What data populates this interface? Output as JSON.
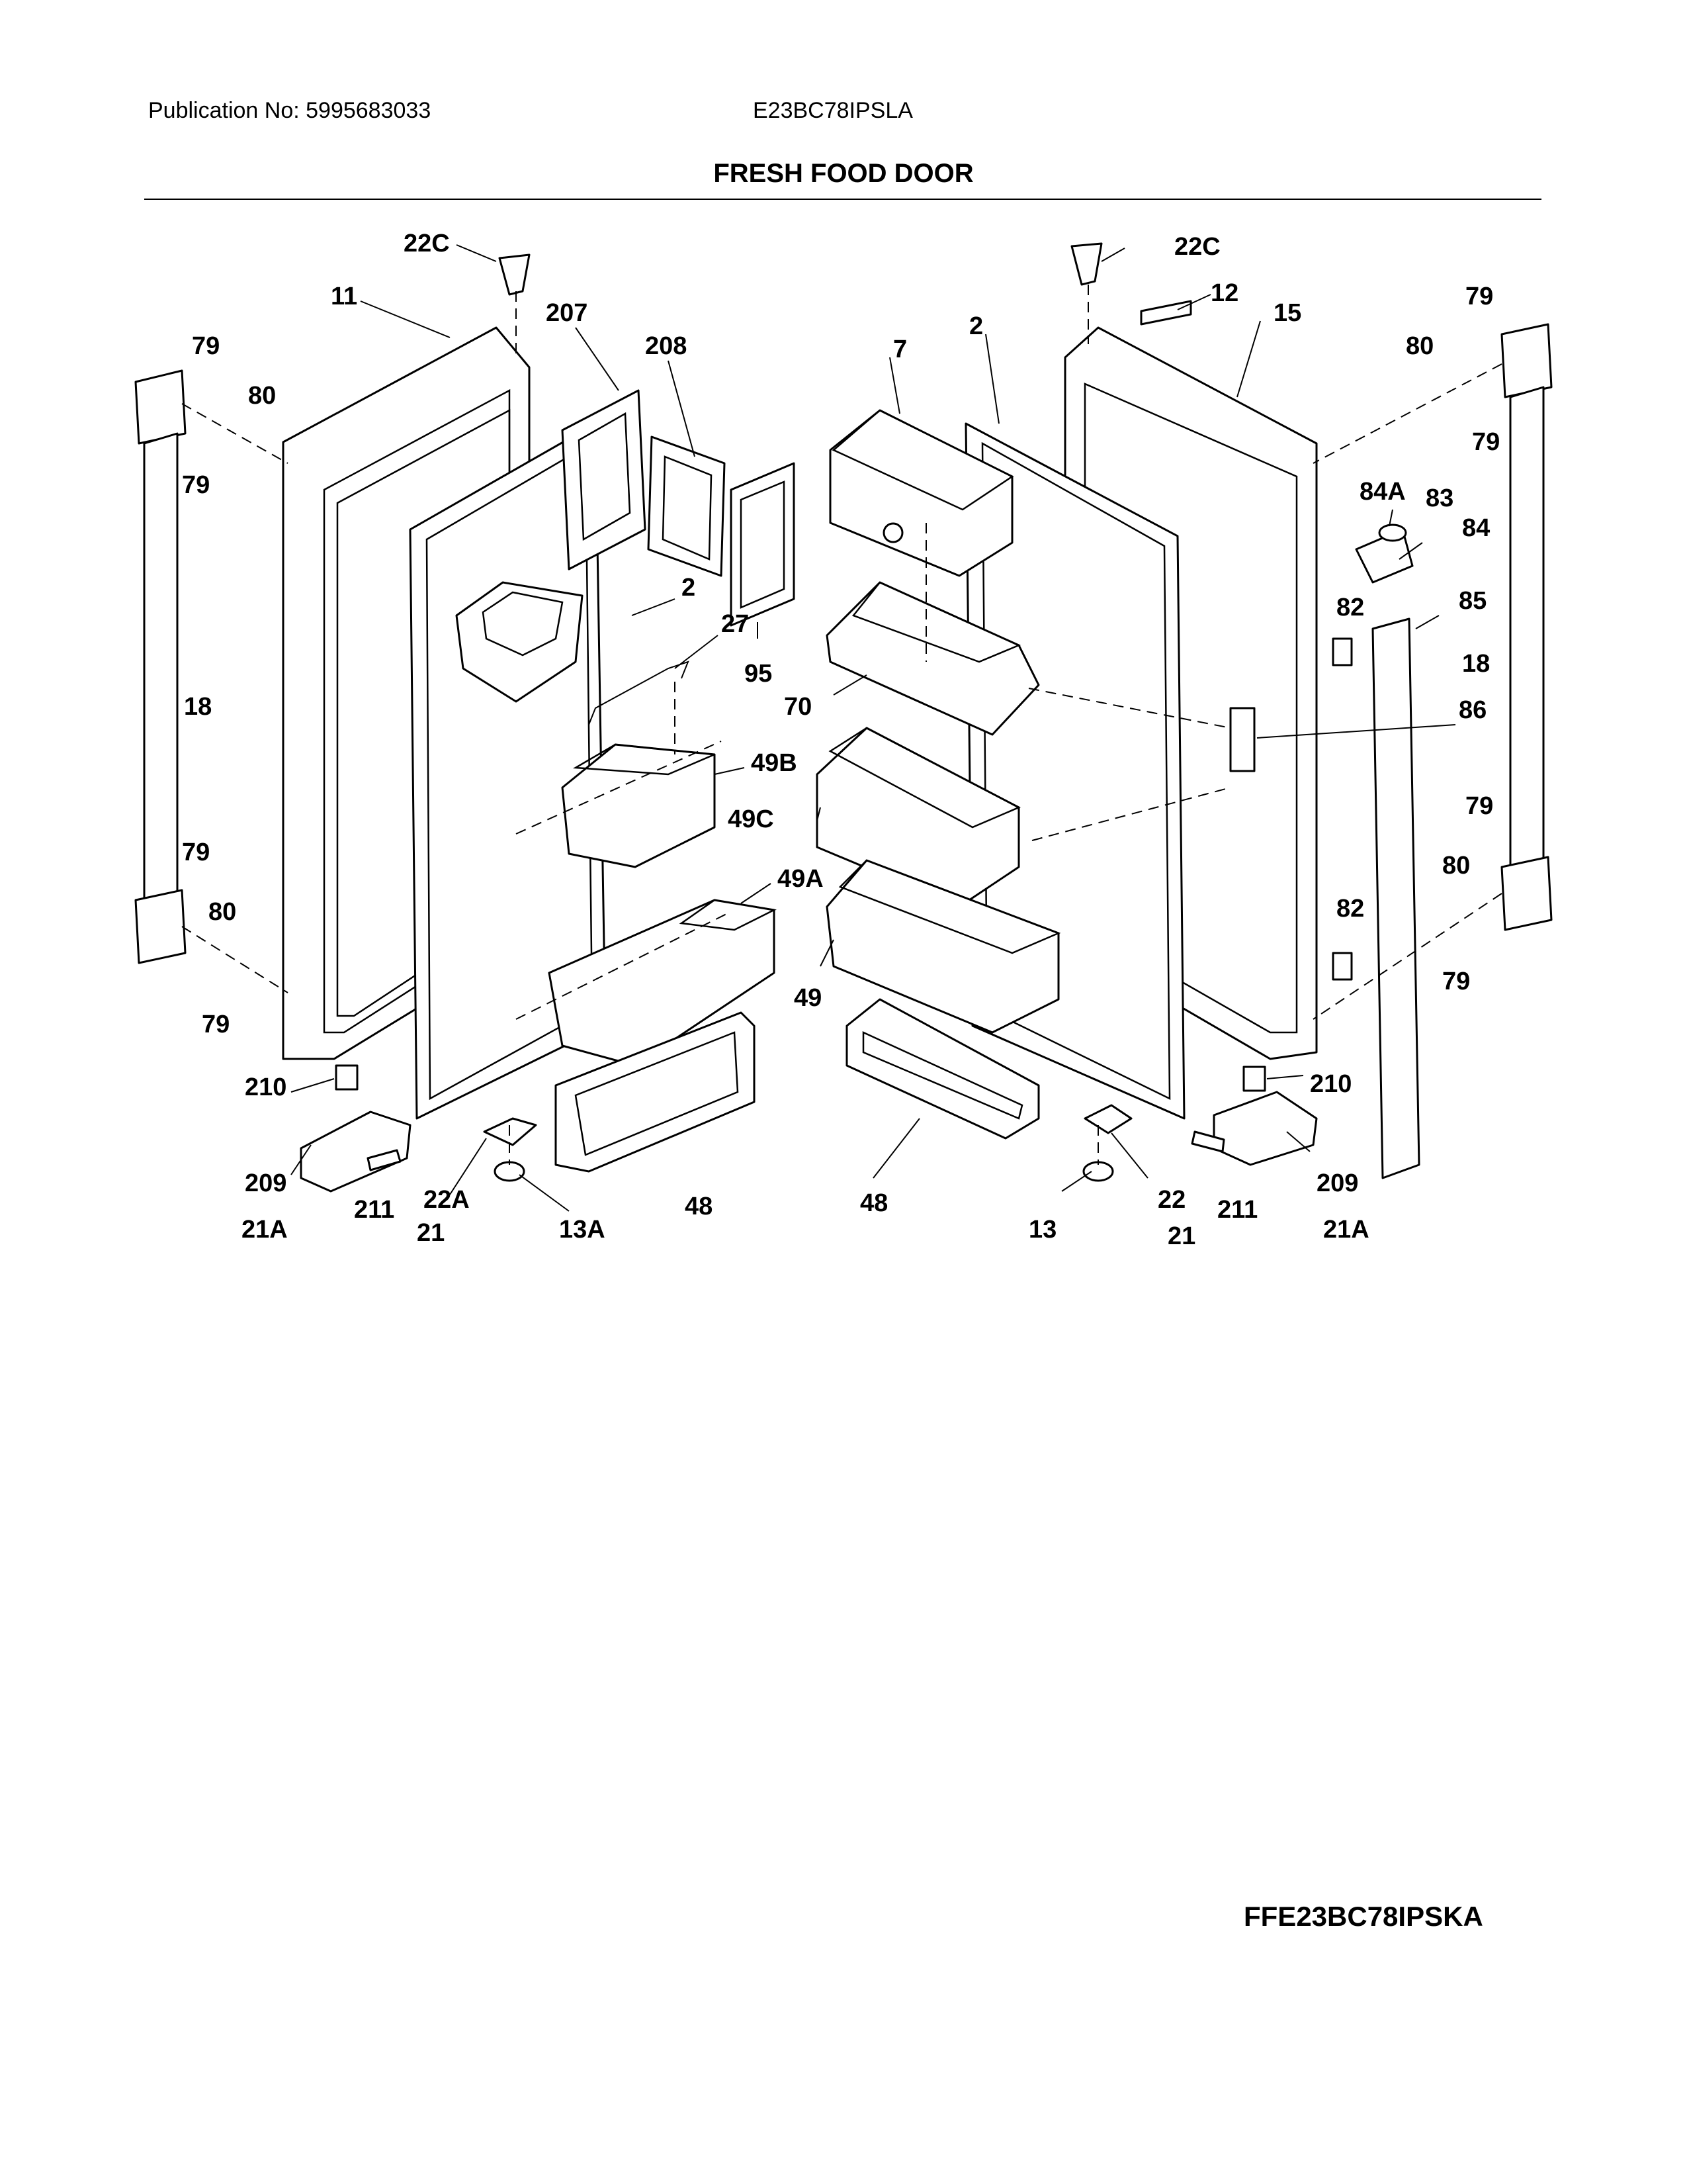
{
  "header": {
    "publication": "Publication No: 5995683033",
    "model": "E23BC78IPSLA"
  },
  "title": "FRESH FOOD DOOR",
  "footer_model": "FFE23BC78IPSKA",
  "callouts": [
    {
      "id": "c1",
      "text": "22C"
    },
    {
      "id": "c2",
      "text": "11"
    },
    {
      "id": "c3",
      "text": "207"
    },
    {
      "id": "c4",
      "text": "208"
    },
    {
      "id": "c5",
      "text": "79"
    },
    {
      "id": "c6",
      "text": "80"
    },
    {
      "id": "c7",
      "text": "79"
    },
    {
      "id": "c8",
      "text": "2"
    },
    {
      "id": "c9",
      "text": "27"
    },
    {
      "id": "c10",
      "text": "95"
    },
    {
      "id": "c11",
      "text": "18"
    },
    {
      "id": "c12",
      "text": "49B"
    },
    {
      "id": "c13",
      "text": "79"
    },
    {
      "id": "c14",
      "text": "80"
    },
    {
      "id": "c15",
      "text": "79"
    },
    {
      "id": "c16",
      "text": "49A"
    },
    {
      "id": "c17",
      "text": "210"
    },
    {
      "id": "c18",
      "text": "209"
    },
    {
      "id": "c19",
      "text": "22A"
    },
    {
      "id": "c20",
      "text": "211"
    },
    {
      "id": "c21",
      "text": "21A"
    },
    {
      "id": "c22",
      "text": "21"
    },
    {
      "id": "c23",
      "text": "13A"
    },
    {
      "id": "c24",
      "text": "48"
    },
    {
      "id": "c25",
      "text": "22C"
    },
    {
      "id": "c26",
      "text": "12"
    },
    {
      "id": "c27",
      "text": "15"
    },
    {
      "id": "c28",
      "text": "79"
    },
    {
      "id": "c29",
      "text": "7"
    },
    {
      "id": "c30",
      "text": "2"
    },
    {
      "id": "c31",
      "text": "80"
    },
    {
      "id": "c32",
      "text": "79"
    },
    {
      "id": "c33",
      "text": "84A"
    },
    {
      "id": "c34",
      "text": "83"
    },
    {
      "id": "c35",
      "text": "84"
    },
    {
      "id": "c36",
      "text": "82"
    },
    {
      "id": "c37",
      "text": "85"
    },
    {
      "id": "c38",
      "text": "70"
    },
    {
      "id": "c39",
      "text": "18"
    },
    {
      "id": "c40",
      "text": "86"
    },
    {
      "id": "c41",
      "text": "49C"
    },
    {
      "id": "c42",
      "text": "79"
    },
    {
      "id": "c43",
      "text": "80"
    },
    {
      "id": "c44",
      "text": "82"
    },
    {
      "id": "c45",
      "text": "79"
    },
    {
      "id": "c46",
      "text": "49"
    },
    {
      "id": "c47",
      "text": "48"
    },
    {
      "id": "c48",
      "text": "210"
    },
    {
      "id": "c49",
      "text": "22"
    },
    {
      "id": "c50",
      "text": "209"
    },
    {
      "id": "c51",
      "text": "211"
    },
    {
      "id": "c52",
      "text": "13"
    },
    {
      "id": "c53",
      "text": "21"
    },
    {
      "id": "c54",
      "text": "21A"
    }
  ]
}
